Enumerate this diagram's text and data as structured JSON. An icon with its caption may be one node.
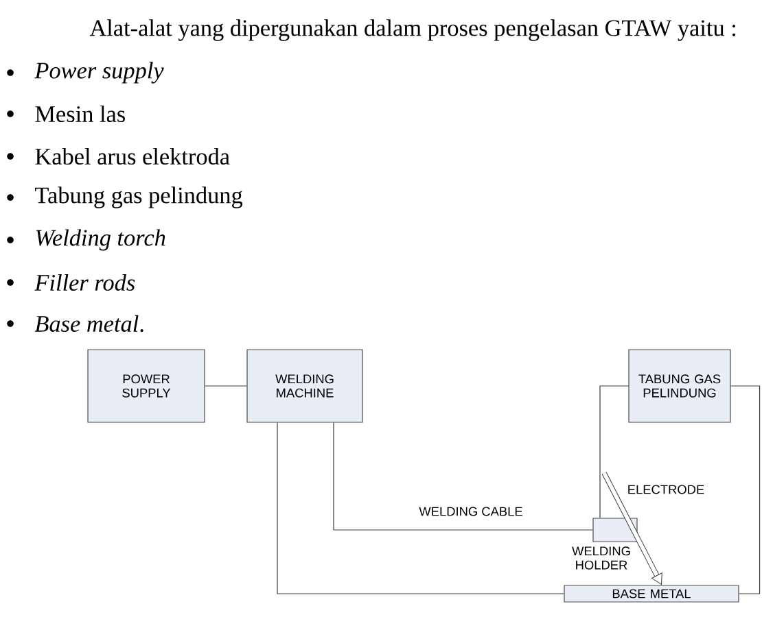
{
  "diagram": {
    "nodes": [
      {
        "text": [
          "POWER SUPPLY"
        ]
      },
      {
        "text": [
          "WELDING MACHINE"
        ]
      },
      {
        "text": [
          "TABUNG GAS PELINDUNG"
        ]
      },
      {
        "text": [],
        "shape": "box",
        "beside": [
          "WELDING HOLDER"
        ]
      },
      {
        "text": [
          "BASE METAL"
        ]
      }
    ],
    "edges": [
      {
        "from": 0,
        "to": 1,
        "arrow": "none"
      },
      {
        "from": 1,
        "to": 3,
        "arrow": "none",
        "label": "WELDING CABLE"
      },
      {
        "from": 1,
        "to": 4,
        "arrow": "none"
      },
      {
        "from": 2,
        "to": 3,
        "arrow": "none"
      },
      {
        "from": 2,
        "to": 4,
        "arrow": "none"
      },
      {
        "from": null,
        "to": 4,
        "arrow": "to",
        "label": "ELECTRODE",
        "style": "thick"
      }
    ],
    "labels": [
      "Alat-alat yang dipergunakan dalam proses pengelasan GTAW yaitu :",
      "Power supply",
      "Mesin las",
      "Kabel arus elektroda",
      "Tabung gas pelindung",
      "Welding torch",
      "Filler rods",
      "*Base metal*."
    ]
  }
}
